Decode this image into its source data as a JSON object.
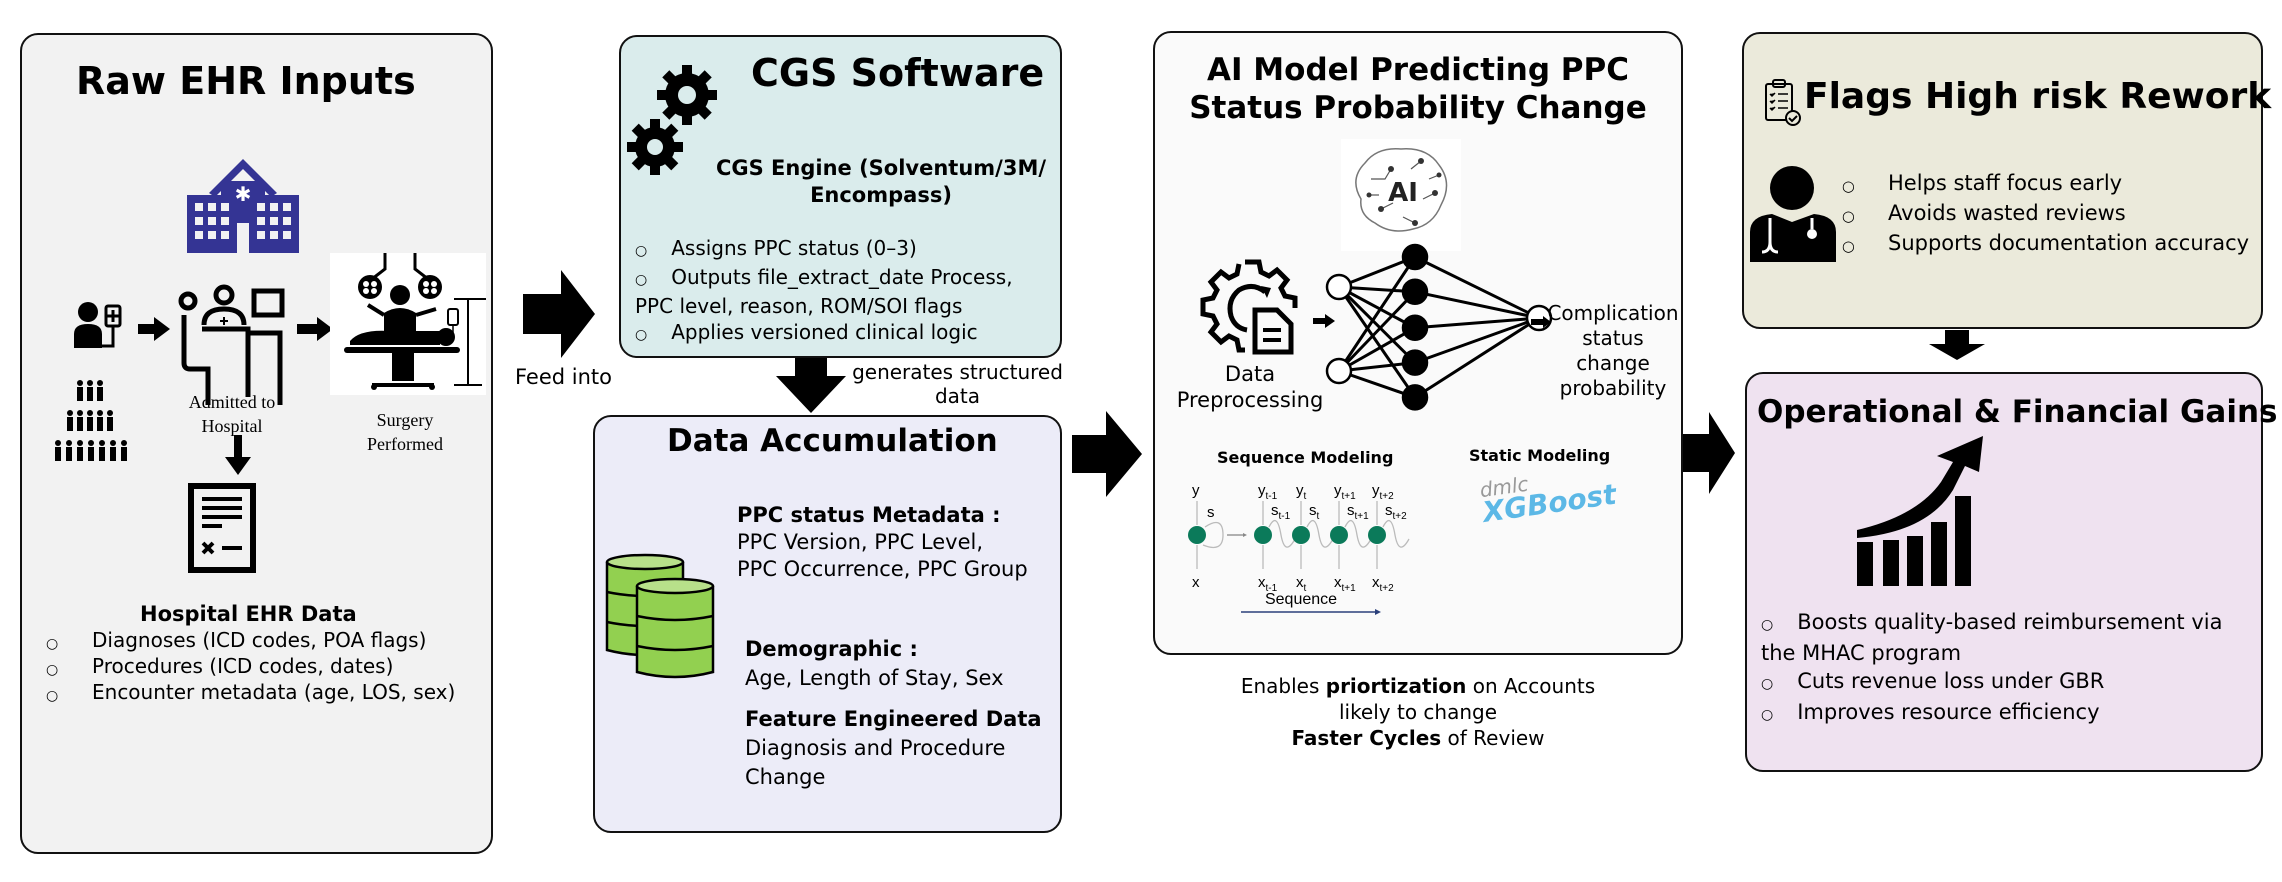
{
  "panels": {
    "raw_ehr": {
      "title": "Raw EHR Inputs",
      "admitted_label_1": "Admitted to",
      "admitted_label_2": "Hospital",
      "surgery_label_1": "Surgery",
      "surgery_label_2": "Performed",
      "ehr_heading": "Hospital EHR Data",
      "ehr_items": [
        "Diagnoses (ICD codes, POA flags)",
        "Procedures (ICD codes, dates)",
        "Encounter metadata (age, LOS, sex)"
      ],
      "hospital_color": "#343494"
    },
    "cgs": {
      "title": "CGS Software",
      "engine_line_1": "CGS Engine (Solventum/3M/",
      "engine_line_2": "Encompass)",
      "items": [
        "Assigns PPC status (0–3)",
        "Outputs file_extract_date Process, PPC level, reason, ROM/SOI flags",
        "Applies versioned clinical logic"
      ],
      "bg": "#daecec"
    },
    "data_accumulation": {
      "title": "Data Accumulation",
      "sections": [
        {
          "heading": "PPC status Metadata :",
          "lines": [
            "PPC Version, PPC Level,",
            "PPC Occurrence, PPC Group"
          ]
        },
        {
          "heading": "Demographic :",
          "lines": [
            "Age, Length of Stay, Sex"
          ]
        },
        {
          "heading": "Feature Engineered Data",
          "lines": [
            "Diagnosis and Procedure",
            "Change"
          ]
        }
      ],
      "db_color": "#92d050",
      "bg": "#ececf8"
    },
    "ai_model": {
      "title_line_1": "AI Model Predicting PPC",
      "title_line_2": "Status Probability Change",
      "ai_badge": "AI",
      "preprocessing_1": "Data",
      "preprocessing_2": "Preprocessing",
      "output_1": "Complication",
      "output_2": "status change",
      "output_3": "probability",
      "sequence_heading": "Sequence Modeling",
      "static_heading": "Static Modeling",
      "sequence_axis_label": "Sequence",
      "rnn": {
        "folded": {
          "y": "y",
          "s": "s",
          "x": "x"
        },
        "steps": [
          {
            "y": "y",
            "y_sub": "t-1",
            "s": "s",
            "s_sub": "t-1",
            "x": "x",
            "x_sub": "t-1"
          },
          {
            "y": "y",
            "y_sub": "t",
            "s": "s",
            "s_sub": "t",
            "x": "x",
            "x_sub": "t"
          },
          {
            "y": "y",
            "y_sub": "t+1",
            "s": "s",
            "s_sub": "t+1",
            "x": "x",
            "x_sub": "t+1"
          },
          {
            "y": "y",
            "y_sub": "t+2",
            "s": "s",
            "s_sub": "t+2",
            "x": "x",
            "x_sub": "t+2"
          }
        ],
        "node_color": "#0b7a5a"
      },
      "xgboost_prefix": "dmlc",
      "xgboost_name": "XGBoost",
      "xgboost_color": "#5cb8e6"
    },
    "ai_caption": {
      "line1_pre": "Enables ",
      "line1_bold": "priortization",
      "line1_post": " on Accounts",
      "line2": "likely to change",
      "line3_bold": "Faster Cycles",
      "line3_post": " of Review"
    },
    "flags": {
      "title": "Flags High risk Rework",
      "items": [
        "Helps staff focus early",
        "Avoids wasted reviews",
        "Supports documentation accuracy"
      ],
      "bg": "#ebeadb"
    },
    "gains": {
      "title": "Operational & Financial Gains",
      "items": [
        "Boosts quality-based reimbursement via the MHAC program",
        "Cuts revenue loss under GBR",
        "Improves resource efficiency"
      ],
      "bg": "#efe2f0"
    }
  },
  "connectors": {
    "feed_into": "Feed into",
    "generates_1": "generates structured",
    "generates_2": "data"
  }
}
